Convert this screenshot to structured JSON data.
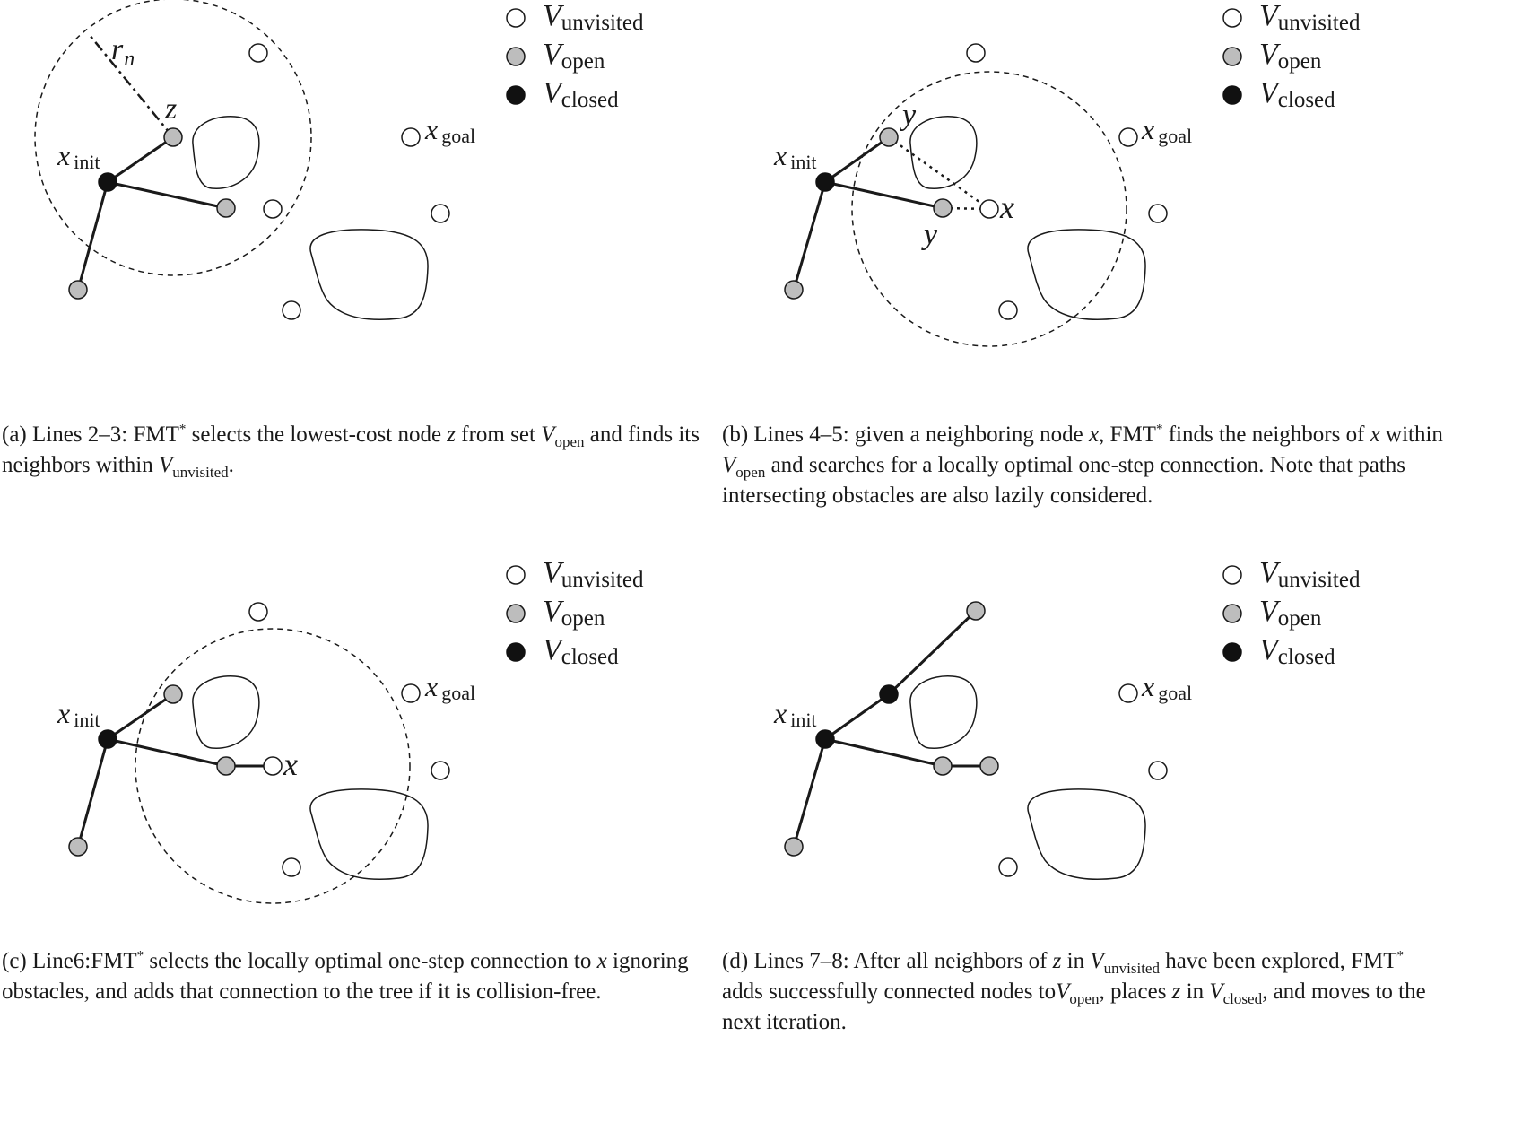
{
  "legend": {
    "unvisited": {
      "symbol": "V",
      "subscript": "unvisited",
      "fill": "#ffffff"
    },
    "open": {
      "symbol": "V",
      "subscript": "open",
      "fill": "#bdbdbd"
    },
    "closed": {
      "symbol": "V",
      "subscript": "closed",
      "fill": "#111111"
    }
  },
  "labels": {
    "x_init": "x",
    "x_init_sub": "init",
    "x_goal": "x",
    "x_goal_sub": "goal",
    "z": "z",
    "r": "r",
    "r_sub": "n",
    "x": "x",
    "y": "y"
  },
  "colors": {
    "line": "#1a1a1a",
    "open_node": "#bdbdbd",
    "closed_node": "#111111",
    "unvisited_node": "#ffffff"
  },
  "panels": {
    "a": {
      "caption_1": "(a)  Lines 2–3:  FMT",
      "caption_sup": "*",
      "caption_2": " selects the lowest-cost node ",
      "caption_z": "z",
      "caption_3": " from set ",
      "caption_V1": "V",
      "caption_V1_sub": "open",
      "caption_4": " and finds its neighbors within ",
      "caption_V2": "V",
      "caption_V2_sub": "unvisited",
      "caption_5": "."
    },
    "b": {
      "caption_1": "(b)  Lines 4–5:  given a neighboring node ",
      "caption_x1": "x",
      "caption_2": ", FMT",
      "caption_sup": "*",
      "caption_3": " finds the neighbors of ",
      "caption_x2": "x",
      "caption_4": " within ",
      "caption_V": "V",
      "caption_V_sub": "open",
      "caption_5": " and searches for a locally optimal one-step connection. Note that paths intersecting obstacles are also lazily considered."
    },
    "c": {
      "caption_1": "(c)  Line6:FMT",
      "caption_sup": "*",
      "caption_2": " selects the locally optimal one-step connection to ",
      "caption_x": "x",
      "caption_3": " ignoring obstacles, and adds that connection to the tree if it is collision-free."
    },
    "d": {
      "caption_1": "(d)  Lines 7–8: After all neighbors of ",
      "caption_z1": "z",
      "caption_2": " in ",
      "caption_V1": "V",
      "caption_V1_sub": "unvisited",
      "caption_3": " have been explored, FMT",
      "caption_sup": "*",
      "caption_4": " adds successfully connected nodes to",
      "caption_V2": "V",
      "caption_V2_sub": "open",
      "caption_5": ", places ",
      "caption_z2": "z",
      "caption_6": " in ",
      "caption_V3": "V",
      "caption_V3_sub": "closed",
      "caption_7": ", and moves to the next iteration."
    }
  }
}
